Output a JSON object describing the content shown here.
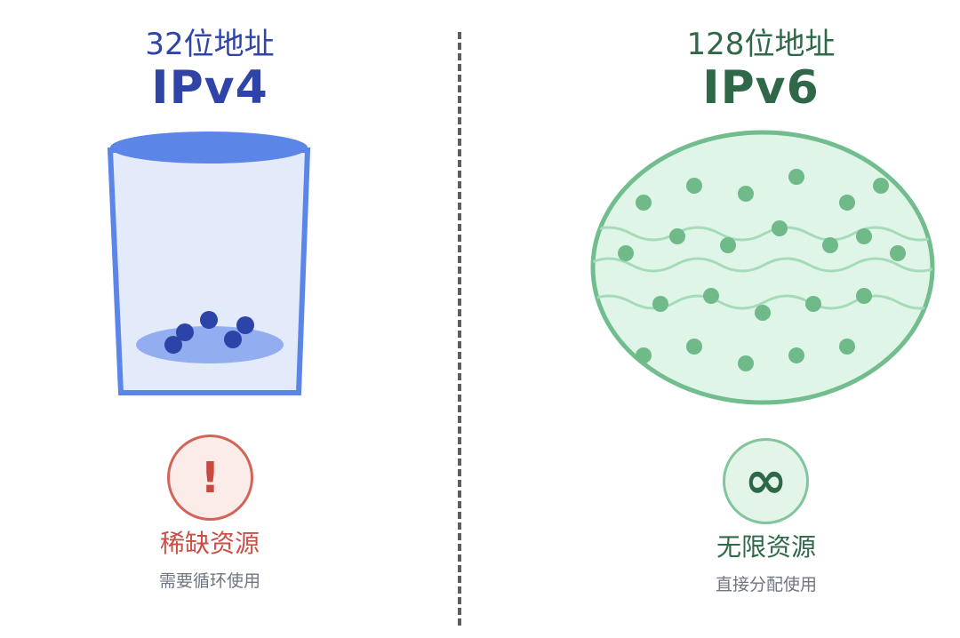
{
  "ipv4": {
    "subtitle": "32位地址",
    "title": "IPv4",
    "badge_symbol": "!",
    "status_label": "稀缺资源",
    "status_note": "需要循环使用",
    "accent_color": "#2f44a6",
    "warning_color": "#c95045"
  },
  "ipv6": {
    "subtitle": "128位地址",
    "title": "IPv6",
    "badge_symbol": "∞",
    "status_label": "无限资源",
    "status_note": "直接分配使用",
    "accent_color": "#2f6848",
    "fill_color": "#dff5e8",
    "dot_color": "#6fba88"
  }
}
